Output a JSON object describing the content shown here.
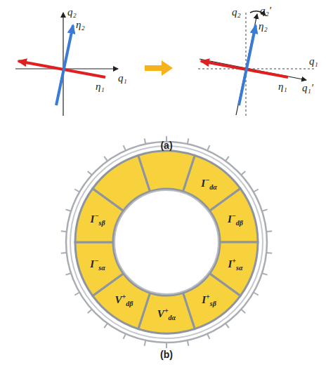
{
  "diagram": {
    "nodes": [
      {
        "text": [
          "I−dα"
        ]
      },
      {
        "text": [
          "I−dβ"
        ]
      },
      {
        "text": [
          "I+sα"
        ]
      },
      {
        "text": [
          "I+sβ"
        ]
      },
      {
        "text": [
          "V+dα"
        ]
      },
      {
        "text": [
          "V+dβ"
        ]
      },
      {
        "text": [
          "I−sα"
        ]
      },
      {
        "text": [
          "I−sβ"
        ]
      }
    ],
    "labels": [
      "q₂",
      "q₁",
      "η₂",
      "η₁",
      "q₂",
      "q₂′",
      "q₁",
      "q₁′",
      "η₂",
      "η₁",
      "(a)",
      "(b)"
    ]
  }
}
